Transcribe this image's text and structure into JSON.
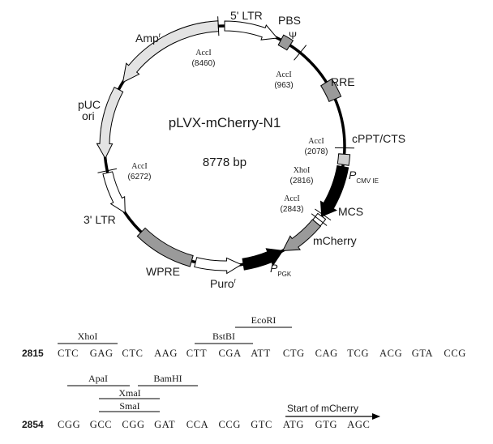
{
  "map": {
    "title": "pLVX-mCherry-N1",
    "size": "8778 bp",
    "features": {
      "ltr5": "5' LTR",
      "pbs": "PBS",
      "psi": "Ψ",
      "rre": "RRE",
      "cppt": "cPPT/CTS",
      "pcmv_main": "P",
      "pcmv_sub": "CMV IE",
      "mcs": "MCS",
      "mcherry": "mCherry",
      "ppgk_main": "P",
      "ppgk_sub": "PGK",
      "puro_main": "Puro",
      "puro_sup": "r",
      "wpre": "WPRE",
      "ltr3": "3' LTR",
      "puc_line1": "pUC",
      "puc_line2": "ori",
      "amp_main": "Amp",
      "amp_sup": "r"
    },
    "sites": [
      {
        "name": "AccI",
        "pos": "(8460)"
      },
      {
        "name": "AccI",
        "pos": "(963)"
      },
      {
        "name": "AccI",
        "pos": "(2078)"
      },
      {
        "name": "XhoI",
        "pos": "(2816)"
      },
      {
        "name": "AccI",
        "pos": "(2843)"
      },
      {
        "name": "AccI",
        "pos": "(6272)"
      }
    ]
  },
  "sequence": {
    "line1": {
      "number": "2815",
      "codons": [
        "CTC",
        "GAG",
        "CTC",
        "AAG",
        "CTT",
        "CGA",
        "ATT",
        "CTG",
        "CAG",
        "TCG",
        "ACG",
        "GTA",
        "CCG"
      ],
      "enzymes": [
        "XhoI",
        "BstBI",
        "EcoRI"
      ]
    },
    "line2": {
      "number": "2854",
      "codons": [
        "CGG",
        "GCC",
        "CGG",
        "GAT",
        "CCA",
        "CCG",
        "GTC",
        "ATG",
        "GTG",
        "AGC"
      ],
      "enzymes": [
        "ApaI",
        "BamHI",
        "XmaI",
        "SmaI"
      ],
      "start_label": "Start of mCherry"
    }
  }
}
